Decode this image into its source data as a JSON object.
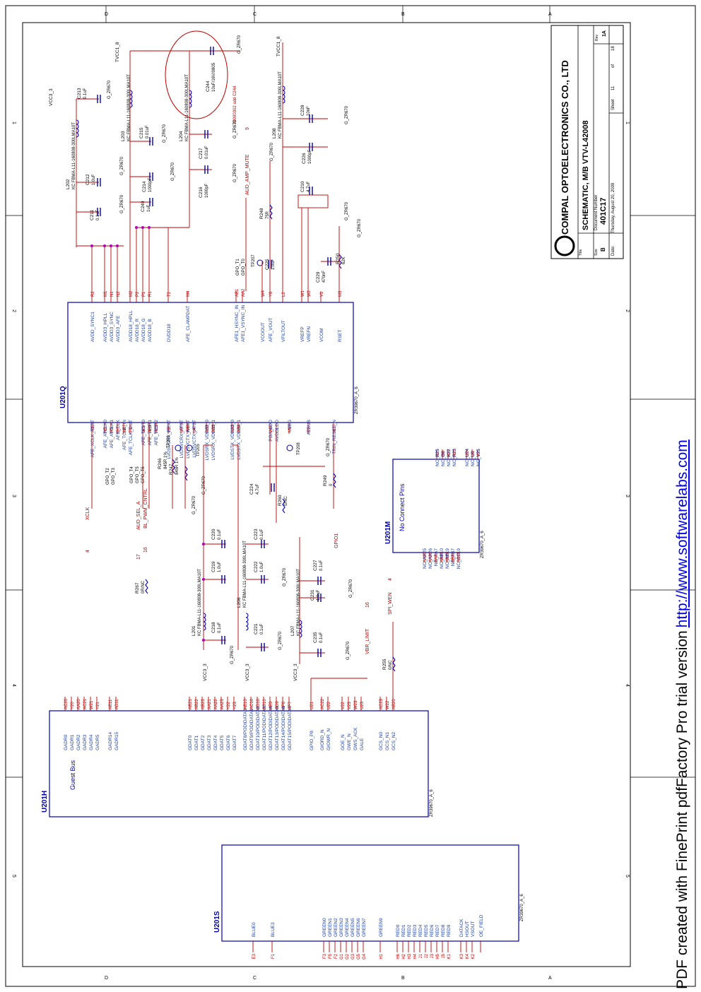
{
  "colors": {
    "wire": "#c00000",
    "pin": "#c00000",
    "label": "#1f3fa0",
    "body": "#0000aa",
    "net": "#c00000",
    "text": "#000000",
    "link": "#0000ee"
  },
  "frame": {
    "top_letters": [
      "D",
      "C",
      "B",
      "A"
    ],
    "side_numbers": [
      "1",
      "2",
      "3",
      "4",
      "5"
    ],
    "bottom_letters": [
      "D",
      "C",
      "B",
      "A"
    ]
  },
  "title_block": {
    "company": "COMPAL OPTOELECTRONICS CO., LTD",
    "title_label": "Title",
    "title": "SCHEMATIC, M/B VTV-L42008",
    "size_label": "Size",
    "size": "B",
    "docnum_label": "Document Number",
    "docnum": "401C17",
    "rev_label": "Rev",
    "rev": "1A",
    "date_label": "Date:",
    "date": "Thursday, August 20, 2009",
    "sheet_label": "Sheet",
    "sheet": "11",
    "of_label": "of",
    "total": "18"
  },
  "footer": {
    "prefix": "PDF created with FinePrint pdfFactory Pro trial version ",
    "link": "http://www.softwarelabs.com"
  },
  "u201q": {
    "ref": "U201Q",
    "part": "ZR39670_A_6",
    "left_pins": [
      {
        "pin": "R2",
        "name": "AVDD_SYNC1"
      },
      {
        "pin": "M1",
        "name": "AVDD3_HPLL"
      },
      {
        "pin": "N1",
        "name": "AVDD3_SYNC"
      },
      {
        "pin": "N2",
        "name": "AVDD3_AFE"
      },
      {
        "pin": "M2",
        "name": "AVDD18_HPLL"
      },
      {
        "pin": "P2",
        "name": "AVDD18_R"
      },
      {
        "pin": "P1",
        "name": "AVDD18_G"
      },
      {
        "pin": "R1",
        "name": "AVDD18_B"
      },
      {
        "pin": "T2",
        "name": "DVDD18"
      },
      {
        "pin": "M4",
        "name": "AFE_CLAMPDAT"
      },
      {
        "pin": "AB1",
        "name": "AFE1_HSYNC_IN"
      },
      {
        "pin": "AA2",
        "name": "AFE1_VSYNC_IN"
      },
      {
        "pin": "W4",
        "name": "VCOOUT"
      },
      {
        "pin": "Y6",
        "name": "AFE_VOUT"
      },
      {
        "pin": "L2",
        "name": "VFILTOUT"
      },
      {
        "pin": "W1",
        "name": "VREFP"
      },
      {
        "pin": "W2",
        "name": "VREFN"
      },
      {
        "pin": "V1",
        "name": "VCOM"
      },
      {
        "pin": "M3",
        "name": "RSET"
      }
    ],
    "right_pins": [
      {
        "pin": "AC7",
        "name": "AFE_XCLK_TEST"
      },
      {
        "pin": "N5",
        "name": "AFE_ATCLK0"
      },
      {
        "pin": "P5",
        "name": "AFE_ATCLK1"
      },
      {
        "pin": "G7",
        "name": "AFE_CLK"
      },
      {
        "pin": "AE7",
        "name": "AFE_TCLK_IN"
      },
      {
        "pin": "T5",
        "name": "AFE_TCLK_OUT"
      },
      {
        "pin": "W5",
        "name": "AFE_TEST0"
      },
      {
        "pin": "AB9",
        "name": "AFE_TEST1"
      },
      {
        "pin": "AC9",
        "name": "AFE_TEST2"
      },
      {
        "pin": "L3",
        "name": "LVDSVCRX_REXT"
      },
      {
        "pin": "U7",
        "name": "LVDSVCRX_ATST"
      },
      {
        "pin": "AA4",
        "name": "LVDSVCTX_REXT"
      },
      {
        "pin": "L4",
        "name": "LVDSVCTX_ATST"
      },
      {
        "pin": "AB2",
        "name": "LVDSRX_VDD33_0"
      },
      {
        "pin": "AB3",
        "name": "LVDSRX_VDD33_1"
      },
      {
        "pin": "AA3",
        "name": "LVDSTX_VDD33_0"
      },
      {
        "pin": "AB4",
        "name": "LVDSTX_VDD33_1"
      },
      {
        "pin": "W6",
        "name": "PGA_LDO"
      },
      {
        "pin": "L1",
        "name": "AVDDLDO"
      },
      {
        "pin": "M5",
        "name": "VBG"
      },
      {
        "pin": "T1",
        "name": "AVSUB"
      },
      {
        "pin": "AD7",
        "name": "TRIN_RESET_N"
      }
    ]
  },
  "u201h": {
    "ref": "U201H",
    "part": "ZR39670_A_6",
    "title": "Guest Bus",
    "pins": [
      {
        "pin": "AC20",
        "name": "GADR0"
      },
      {
        "pin": "Y20",
        "name": "GADR1"
      },
      {
        "pin": "AA20",
        "name": "GADR2"
      },
      {
        "pin": "AC21",
        "name": "GADR3"
      },
      {
        "pin": "W21",
        "name": "GADR4"
      },
      {
        "pin": "Y21",
        "name": "GADR5"
      },
      {
        "pin": "AE11",
        "name": "GADR14"
      },
      {
        "pin": "AD11",
        "name": "GADR15"
      },
      {
        "pin": "AB21",
        "name": "GDAT0"
      },
      {
        "pin": "AB22",
        "name": "GDAT1"
      },
      {
        "pin": "AB23",
        "name": "GDAT2"
      },
      {
        "pin": "AA21",
        "name": "GDAT3"
      },
      {
        "pin": "AA22",
        "name": "GDAT4"
      },
      {
        "pin": "AA23",
        "name": "GDAT5"
      },
      {
        "pin": "Y22",
        "name": "GDAT6"
      },
      {
        "pin": "Y23",
        "name": "GDAT7"
      },
      {
        "pin": "AE10",
        "name": "GDAT8/PODIDATA0"
      },
      {
        "pin": "AC10",
        "name": "GDAT9/PODIDATA1"
      },
      {
        "pin": "AD10",
        "name": "GDAT10/PODIDATA2"
      },
      {
        "pin": "AB10",
        "name": "GDAT11/PODIDATA3"
      },
      {
        "pin": "AE9",
        "name": "GDAT12/PODIDATA4"
      },
      {
        "pin": "AD9",
        "name": "GDAT13/PODIDATA5"
      },
      {
        "pin": "AF6",
        "name": "GDAT14/PODIDATA6"
      },
      {
        "pin": "AF7",
        "name": "GDAT15/PODIDATA7"
      },
      {
        "pin": "U21",
        "name": "GPIO_P8"
      },
      {
        "pin": "AC22",
        "name": "GIORD_N"
      },
      {
        "pin": "U22",
        "name": "GIOWR_N"
      },
      {
        "pin": "V22",
        "name": "GOE_N"
      },
      {
        "pin": "V23",
        "name": "GWE_N"
      },
      {
        "pin": "W23",
        "name": "GWS_ACK"
      },
      {
        "pin": "U23",
        "name": "GALE"
      },
      {
        "pin": "AC23",
        "name": "GCS_N0"
      },
      {
        "pin": "W22",
        "name": "GCS_N1"
      },
      {
        "pin": "AB20",
        "name": "GCS_N2"
      }
    ]
  },
  "u201s": {
    "ref": "U201S",
    "part": "ZR39670_A_6",
    "pins": [
      {
        "pin": "E3",
        "name": "BLUE0"
      },
      {
        "pin": "F1",
        "name": "BLUE3"
      },
      {
        "pin": "F3",
        "name": "GREEN0"
      },
      {
        "pin": "F5",
        "name": "GREEN1"
      },
      {
        "pin": "F2",
        "name": "GREEN2"
      },
      {
        "pin": "G1",
        "name": "GREEN3"
      },
      {
        "pin": "G2",
        "name": "GREEN4"
      },
      {
        "pin": "G3",
        "name": "GREEN5"
      },
      {
        "pin": "G5",
        "name": "GREEN6"
      },
      {
        "pin": "G4",
        "name": "GREEN7"
      },
      {
        "pin": "H1",
        "name": "GREEN9"
      },
      {
        "pin": "H6",
        "name": "RED0"
      },
      {
        "pin": "H2",
        "name": "RED1"
      },
      {
        "pin": "H3",
        "name": "RED2"
      },
      {
        "pin": "H4",
        "name": "RED3"
      },
      {
        "pin": "J1",
        "name": "RED4"
      },
      {
        "pin": "J2",
        "name": "RED5"
      },
      {
        "pin": "J3",
        "name": "RED6"
      },
      {
        "pin": "H5",
        "name": "RED7"
      },
      {
        "pin": "J5",
        "name": "RED8"
      },
      {
        "pin": "K1",
        "name": "RED9"
      },
      {
        "pin": "K3",
        "name": "DATACK"
      },
      {
        "pin": "K4",
        "name": "HSOUT"
      },
      {
        "pin": "K2",
        "name": "VSOUT"
      },
      {
        "pin": "",
        "name": "OE_FIELD"
      }
    ]
  },
  "u201m": {
    "ref": "U201M",
    "part": "ZR39670_A_6",
    "title": "No Connect Pins",
    "pins_left": [
      {
        "pin": "AA25",
        "name": "NC_AA25"
      },
      {
        "pin": "AA26",
        "name": "NC_AA26"
      },
      {
        "pin": "AA7",
        "name": "NC_AA7"
      },
      {
        "pin": "AB10",
        "name": "NC_AB10"
      },
      {
        "pin": "AB19",
        "name": "NC_AB19"
      },
      {
        "pin": "AB7",
        "name": "NC_AB7"
      },
      {
        "pin": "AC19",
        "name": "NC_AC19"
      }
    ],
    "pins_right": [
      {
        "pin": "B25",
        "name": "NC_B25"
      },
      {
        "pin": "G6",
        "name": "NC_G6"
      },
      {
        "pin": "K22",
        "name": "NC_K22"
      },
      {
        "pin": "R23",
        "name": "NC_R23"
      },
      {
        "pin": "U24",
        "name": "NC_U24"
      },
      {
        "pin": "U6",
        "name": "NC_U6"
      },
      {
        "pin": "V25",
        "name": "NC_V25"
      }
    ]
  },
  "components": [
    {
      "ref": "L202",
      "value": "KC FBMA-L11-160808-300LMA10T"
    },
    {
      "ref": "L203",
      "value": "KC FBMA-L11-160808-300LMA10T"
    },
    {
      "ref": "L204",
      "value": "KC FBMA-L11-160808-300LMA10T"
    },
    {
      "ref": "L208",
      "value": "KC FBMA-L11-160808-300LMA10T"
    },
    {
      "ref": "L201",
      "value": "KC FBMA-L11-160808-300LMA10T"
    },
    {
      "ref": "L206",
      "value": "KC FBMA-L11-160808-300LMA10T"
    },
    {
      "ref": "L207",
      "value": "KC FBMA-L11-160808-300LMA10T"
    },
    {
      "ref": "C213",
      "value": "0.1uF"
    },
    {
      "ref": "C212",
      "value": "1.0uF"
    },
    {
      "ref": "C211",
      "value": "0.1uF"
    },
    {
      "ref": "C215",
      "value": "0.01uF"
    },
    {
      "ref": "C214",
      "value": "1000pF"
    },
    {
      "ref": "C240",
      "value": "1uF"
    },
    {
      "ref": "C244",
      "value": "10uF/16V/0805"
    },
    {
      "ref": "C217",
      "value": "0.01uF"
    },
    {
      "ref": "C216",
      "value": "1000pF"
    },
    {
      "ref": "C228",
      "value": "10nF"
    },
    {
      "ref": "C226",
      "value": "1000pF"
    },
    {
      "ref": "C210",
      "value": "4.7uF"
    },
    {
      "ref": "C225",
      "value": "1.0uF"
    },
    {
      "ref": "C229",
      "value": "470nF"
    },
    {
      "ref": "R248",
      "value": "75R"
    },
    {
      "ref": "R250",
      "value": "62K"
    },
    {
      "ref": "C220",
      "value": "0.1uF"
    },
    {
      "ref": "C219",
      "value": "1.0uF"
    },
    {
      "ref": "C218",
      "value": "0.1uF"
    },
    {
      "ref": "C223",
      "value": "0.1uF"
    },
    {
      "ref": "C222",
      "value": "1.0uF"
    },
    {
      "ref": "C221",
      "value": "0.1uF"
    },
    {
      "ref": "C224",
      "value": "4.7uF"
    },
    {
      "ref": "R260",
      "value": "0/NC"
    },
    {
      "ref": "C227",
      "value": "0.1uF"
    },
    {
      "ref": "C231",
      "value": "1.0uF"
    },
    {
      "ref": "C235",
      "value": "0.1uF"
    },
    {
      "ref": "R246",
      "value": "845R 1%"
    },
    {
      "ref": "R247",
      "value": "845R 1%"
    },
    {
      "ref": "R249",
      "value": "0"
    },
    {
      "ref": "R267",
      "value": "0R/NC"
    },
    {
      "ref": "R255",
      "value": "0/NC"
    }
  ],
  "nets": {
    "vcc3_3": "VCC3_3",
    "tvcc1_8": "TVCC1_8",
    "gnd": "G_ZR670",
    "aud_amp_mute": "AUD_AMP_MUTE",
    "aud_amp_mute_n": "9",
    "xclk": "XCLK",
    "xclk_n": "4",
    "aud_sel_a": "AUD_SEL_A",
    "aud_sel_a_n": "17",
    "bl_pwm": "BL_PWM_CNTRL",
    "bl_pwm_n": "16",
    "gpio1": "GPIO1",
    "vbr_limit": "VBR_LIMIT",
    "vbr_limit_n": "16",
    "spi_wen": "SPI_WEN",
    "spi_wen_n": "4",
    "gpo_t1": "GPO_T1",
    "gpo_t0": "GPO_T0",
    "gpo_t2": "GPO_T2",
    "gpo_t3": "GPO_T3",
    "gpo_t4": "GPO_T4",
    "gpo_t5": "GPO_T5",
    "gpo_t6": "GPO_T6",
    "tp207": "TP207",
    "tp206": "TP206",
    "tp205": "TP205",
    "tp208": "TP208",
    "note": "20090302 add C244"
  }
}
